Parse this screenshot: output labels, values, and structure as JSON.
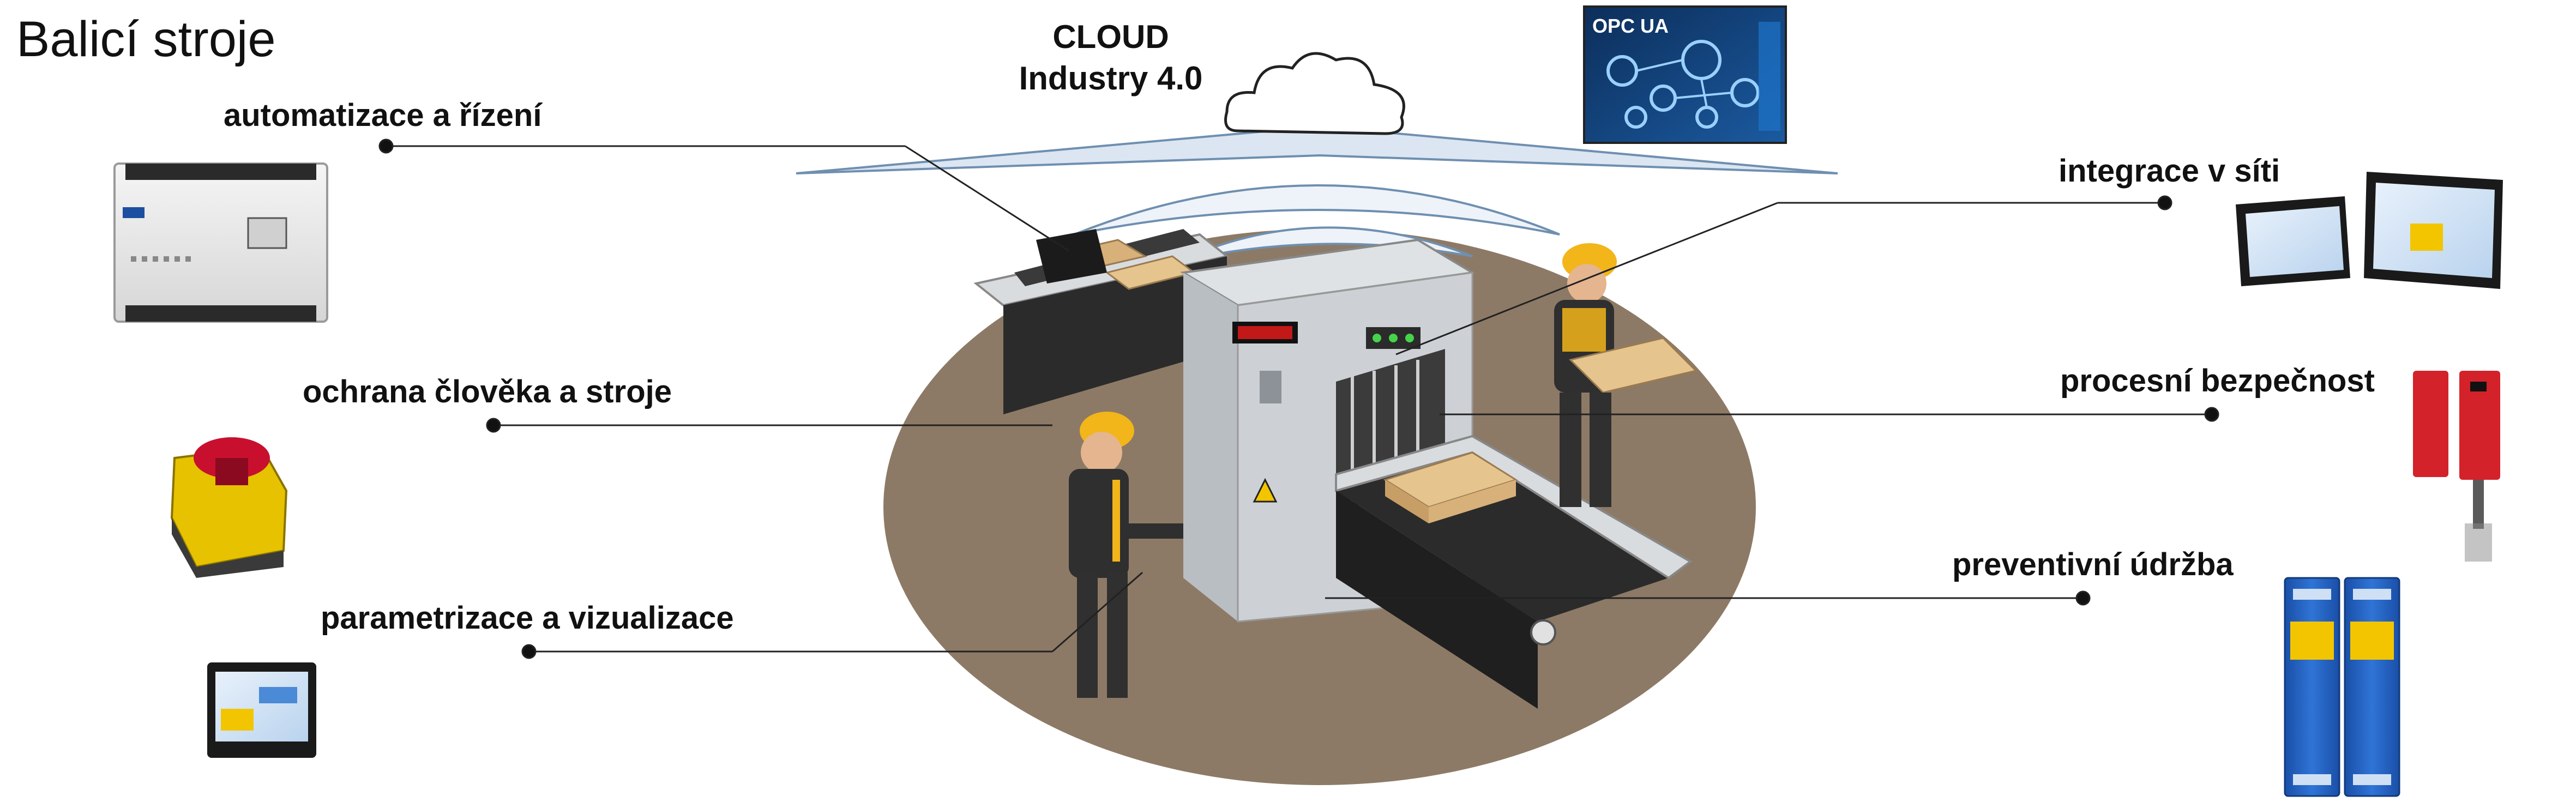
{
  "title": "Balicí stroje",
  "cloud": {
    "line1": "CLOUD",
    "line2": "Industry 4.0"
  },
  "opc_badge": "OPC UA",
  "labels": {
    "automation": "automatizace a řízení",
    "safety_person_machine": "ochrana člověka a stroje",
    "parametrization": "parametrizace a vizualizace",
    "network_integration": "integrace v síti",
    "process_safety": "procesní bezpečnost",
    "preventive_maintenance": "preventivní údržba"
  },
  "colors": {
    "conveyor_belt": "#2b2b2b",
    "machine_body": "#c9cdd0",
    "floor": "#8d7a66",
    "helmet": "#f2b51a",
    "cloud_wave": "#6f8fb0",
    "relay_blue": "#1f5fbf",
    "switch_red": "#d3222a",
    "estop_yellow": "#e6c200",
    "estop_red": "#c8102e"
  }
}
